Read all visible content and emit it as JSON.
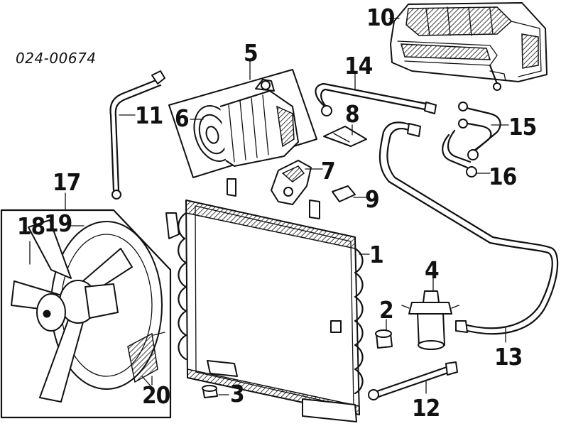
{
  "reference_number": "024-00674",
  "callouts": {
    "c1": "1",
    "c2": "2",
    "c3": "3",
    "c4": "4",
    "c5": "5",
    "c6": "6",
    "c7": "7",
    "c8": "8",
    "c9": "9",
    "c10": "10",
    "c11": "11",
    "c12": "12",
    "c13": "13",
    "c14": "14",
    "c15": "15",
    "c16": "16",
    "c17": "17",
    "c18": "18",
    "c19": "19",
    "c20": "20"
  }
}
